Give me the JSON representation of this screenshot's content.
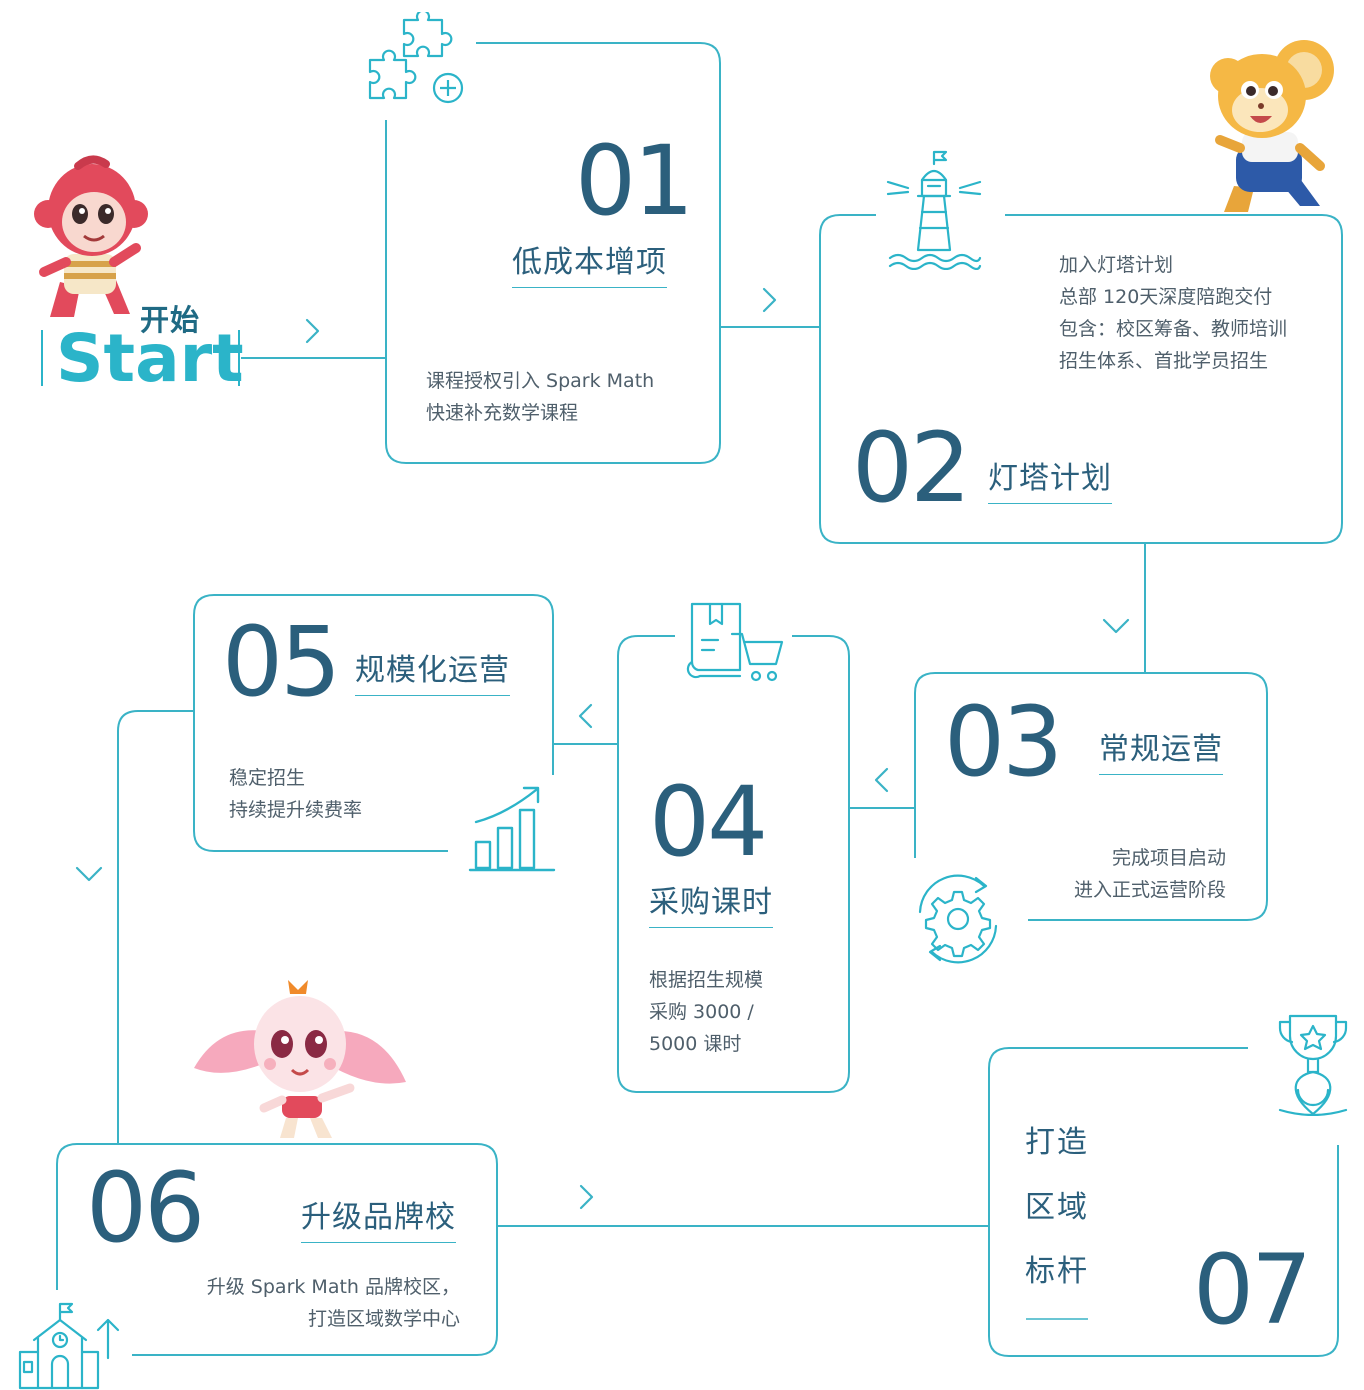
{
  "start": {
    "cn": "开始",
    "en": "Start"
  },
  "steps": [
    {
      "num": "01",
      "title": "低成本增项",
      "desc": [
        "课程授权引入 Spark Math",
        "快速补充数学课程"
      ]
    },
    {
      "num": "02",
      "title": "灯塔计划",
      "desc": [
        "加入灯塔计划",
        "总部 120天深度陪跑交付",
        "包含：校区筹备、教师培训",
        "招生体系、首批学员招生"
      ]
    },
    {
      "num": "03",
      "title": "常规运营",
      "desc": [
        "完成项目启动",
        "进入正式运营阶段"
      ]
    },
    {
      "num": "04",
      "title": "采购课时",
      "desc": [
        "根据招生规模",
        "采购 3000 /",
        "5000 课时"
      ]
    },
    {
      "num": "05",
      "title": "规模化运营",
      "desc": [
        "稳定招生",
        "持续提升续费率"
      ]
    },
    {
      "num": "06",
      "title": "升级品牌校",
      "desc": [
        "升级 Spark Math 品牌校区，",
        "打造区域数学中心"
      ]
    },
    {
      "num": "07",
      "title_lines": [
        "打造",
        "区域",
        "标杆"
      ]
    }
  ],
  "icons": [
    "puzzle-plus-icon",
    "lighthouse-icon",
    "gear-cycle-icon",
    "book-cart-icon",
    "growth-chart-icon",
    "school-icon",
    "trophy-icon"
  ],
  "mascots": [
    "monkey-mascot",
    "mouse-mascot",
    "rabbit-mascot"
  ],
  "colors": {
    "line": "#3ab3c6",
    "number": "#2b5f7c",
    "start": "#2bb4c9",
    "text": "#4f5f6b"
  }
}
